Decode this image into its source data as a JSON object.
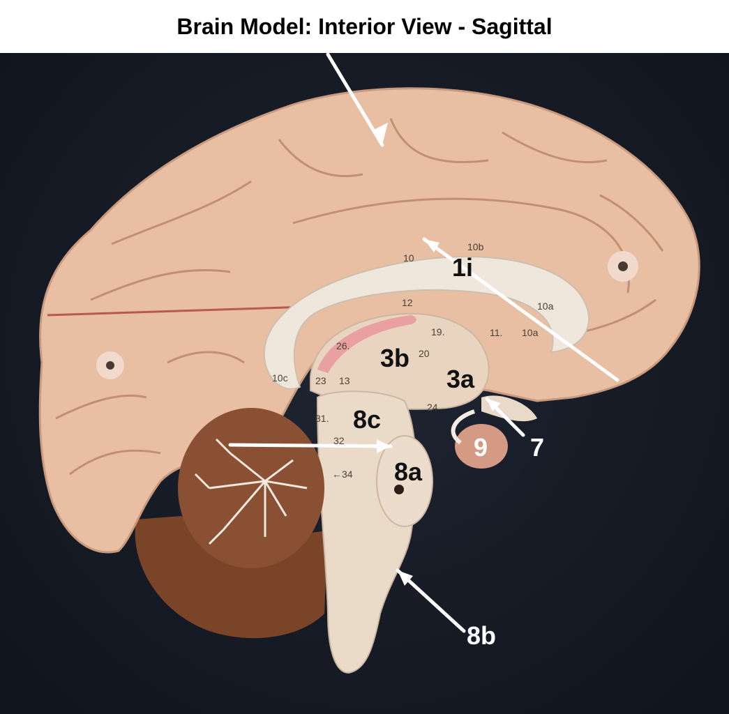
{
  "title": "Brain Model: Interior View - Sagittal",
  "labels": {
    "l1i": "1i",
    "l3a": "3a",
    "l3b": "3b",
    "l7": "7",
    "l8a": "8a",
    "l8b": "8b",
    "l8c": "8c",
    "l9": "9"
  },
  "model_numbers": {
    "n10": "10",
    "n10b": "10b",
    "n10a_upper": "10a",
    "n10a_lower": "10a",
    "n11": "11.",
    "n12": "12",
    "n19": "19.",
    "n20": "20",
    "n26": "26.",
    "n10c": "10c",
    "n23": "23",
    "n13": "13",
    "n24": "24",
    "n31": "31.",
    "n32": "32",
    "n34": "←34",
    "n9": "9"
  },
  "colors": {
    "background": "#151a24",
    "cortex": "#e8bfa3",
    "white_matter": "#efe6dc",
    "cerebellum": "#8a5034",
    "brainstem": "#eadbc9",
    "arrow": "#ffffff"
  }
}
